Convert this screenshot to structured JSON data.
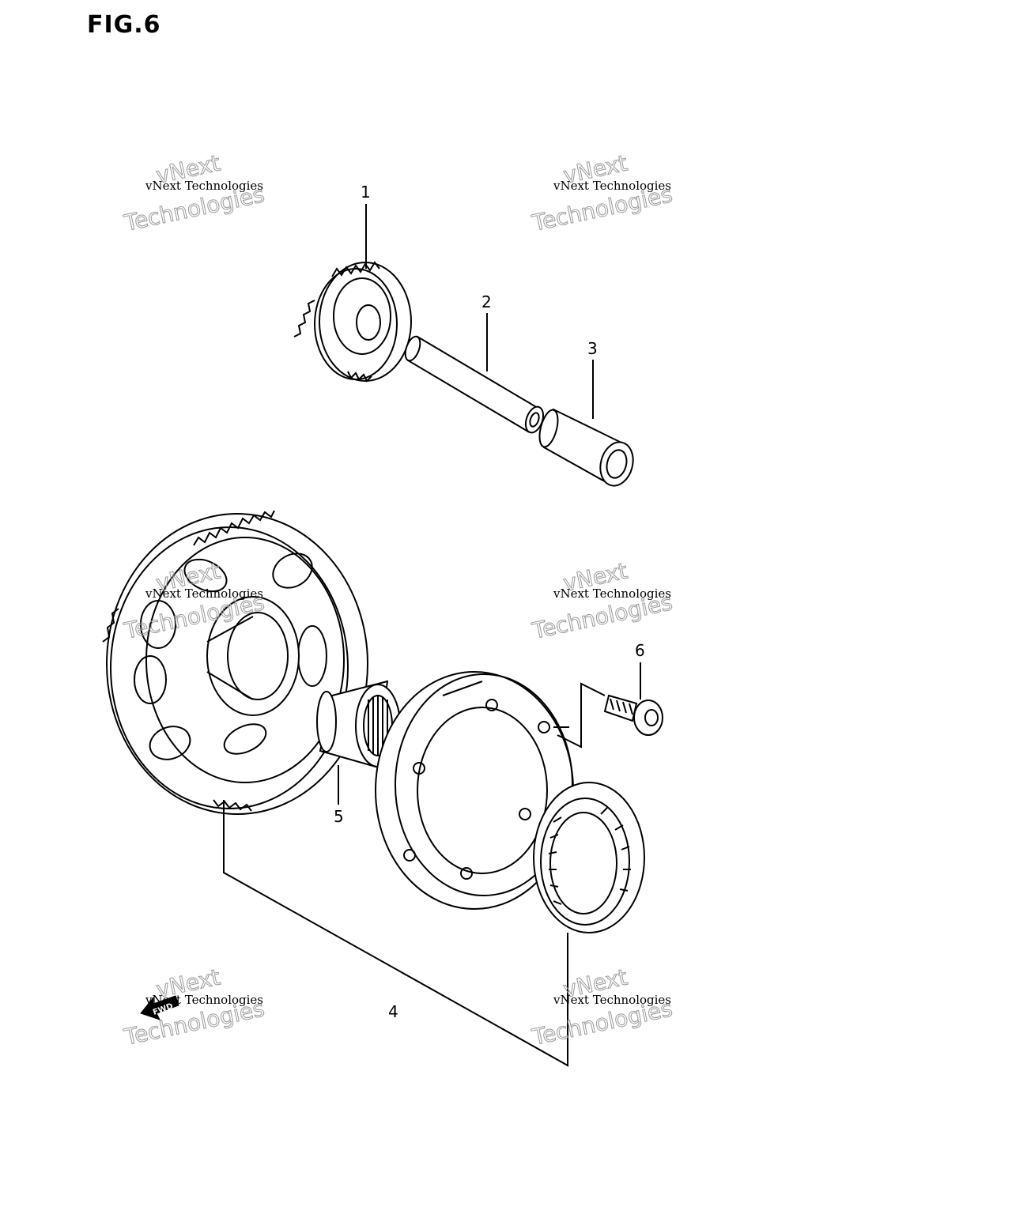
{
  "figure": {
    "title": "FIG.6"
  },
  "callouts": [
    {
      "number": "1"
    },
    {
      "number": "2"
    },
    {
      "number": "3"
    },
    {
      "number": "4"
    },
    {
      "number": "5"
    },
    {
      "number": "6"
    }
  ],
  "watermark": {
    "line1": "vNext Technologies",
    "line2": "vNext",
    "line3": "Technologies"
  },
  "fwd_arrow": {
    "label": "FWD"
  }
}
